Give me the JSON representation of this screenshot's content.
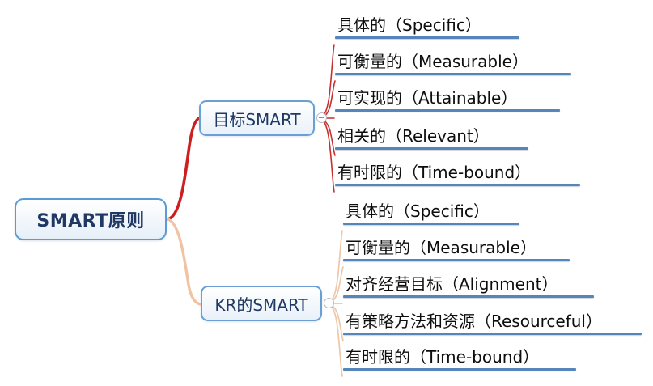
{
  "document": {
    "type": "mindmap",
    "title": "SMART原则",
    "background_color": "#ffffff"
  },
  "root": {
    "label": "SMART原则",
    "text_color": "#1f3864",
    "border_color": "#5b9bd5"
  },
  "branches": [
    {
      "label": "目标SMART",
      "connector_color": "#cc1f1f",
      "collapse_state": "expanded",
      "collapse_icon": "minus-circle-icon",
      "children": [
        {
          "label": "具体的（Specific）",
          "underline_color": "#5585b9",
          "underline_width": 228
        },
        {
          "label": "可衡量的（Measurable）",
          "underline_color": "#5585b9",
          "underline_width": 292
        },
        {
          "label": "可实现的（Attainable）",
          "underline_color": "#5585b9",
          "underline_width": 278
        },
        {
          "label": "相关的（Relevant）",
          "underline_color": "#5585b9",
          "underline_width": 239
        },
        {
          "label": "有时限的（Time-bound）",
          "underline_color": "#5585b9",
          "underline_width": 303
        }
      ]
    },
    {
      "label": "KR的SMART",
      "connector_color": "#f0c3a3",
      "collapse_state": "expanded",
      "collapse_icon": "minus-circle-icon",
      "children": [
        {
          "label": "具体的（Specific）",
          "underline_color": "#5585b9",
          "underline_width": 218
        },
        {
          "label": "可衡量的（Measurable）",
          "underline_color": "#5585b9",
          "underline_width": 280
        },
        {
          "label": "对齐经营目标（Alignment）",
          "underline_color": "#5585b9",
          "underline_width": 310
        },
        {
          "label": "有策略方法和资源（Resourceful）",
          "underline_color": "#5585b9",
          "underline_width": 369
        },
        {
          "label": "有时限的（Time-bound）",
          "underline_color": "#5585b9",
          "underline_width": 288
        }
      ]
    }
  ]
}
